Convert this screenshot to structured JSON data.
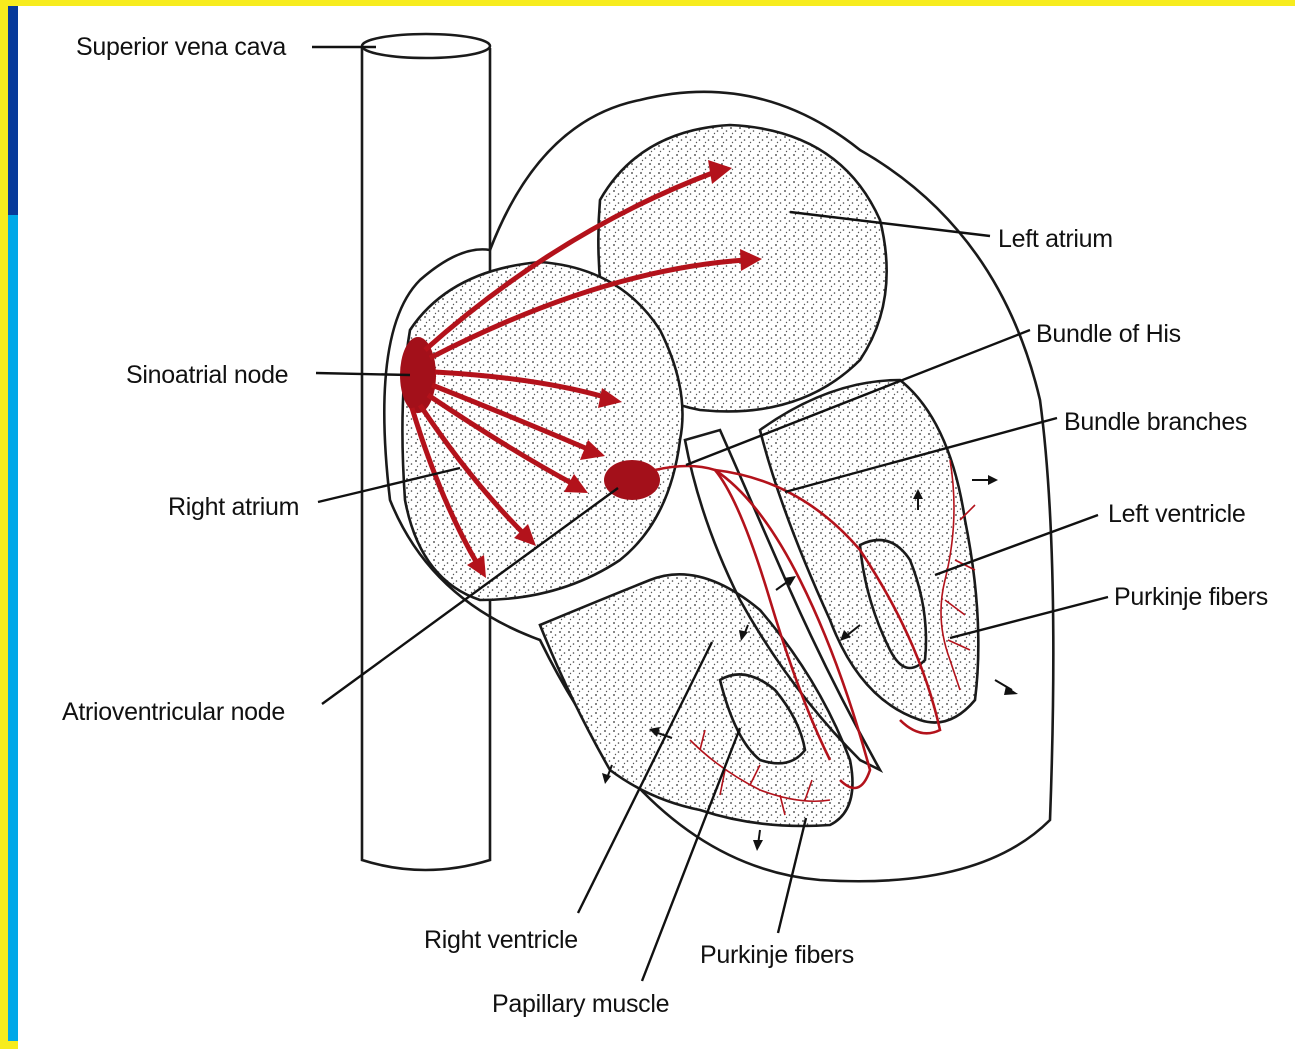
{
  "labels": {
    "superior_vena_cava": "Superior vena cava",
    "left_atrium": "Left atrium",
    "bundle_of_his": "Bundle of His",
    "bundle_branches": "Bundle branches",
    "sinoatrial_node": "Sinoatrial node",
    "right_atrium": "Right atrium",
    "left_ventricle": "Left ventricle",
    "purkinje_fibers_right": "Purkinje fibers",
    "atrioventricular_node": "Atrioventricular node",
    "right_ventricle": "Right ventricle",
    "purkinje_fibers_bottom": "Purkinje fibers",
    "papillary_muscle": "Papillary muscle"
  },
  "colors": {
    "frame_top": "#073a9a",
    "frame_bottom": "#00a8e8",
    "border": "#f7ec1e",
    "conduction_red": "#b3121b",
    "node_red": "#a3101a"
  }
}
